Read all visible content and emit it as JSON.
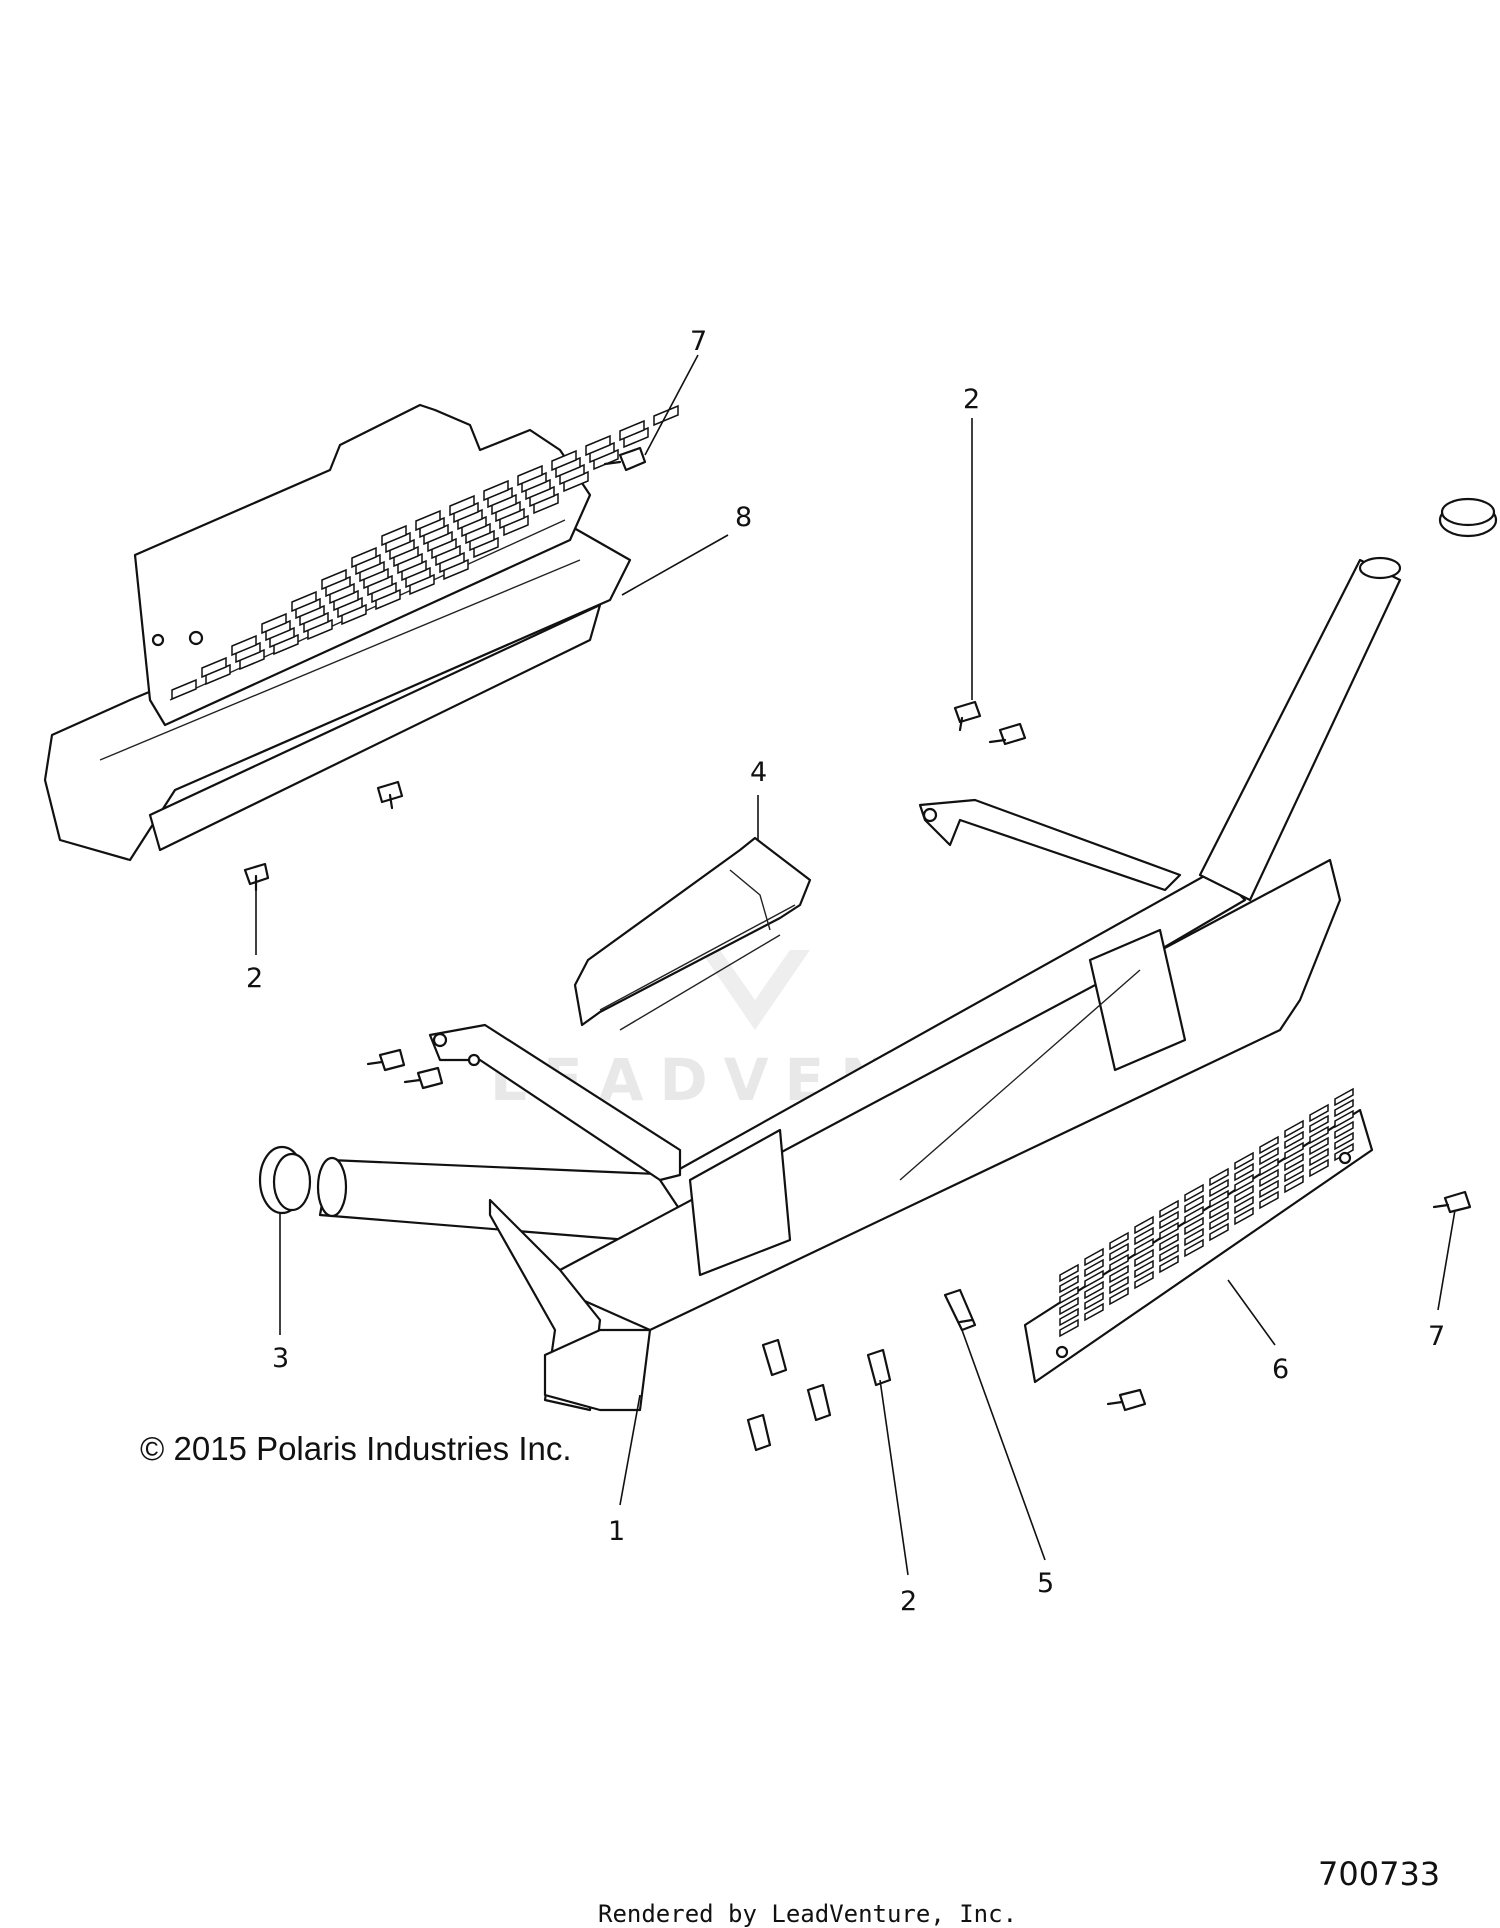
{
  "callouts": [
    {
      "id": "7",
      "label": "7"
    },
    {
      "id": "8",
      "label": "8"
    },
    {
      "id": "2a",
      "label": "2"
    },
    {
      "id": "2b",
      "label": "2"
    },
    {
      "id": "4",
      "label": "4"
    },
    {
      "id": "3",
      "label": "3"
    },
    {
      "id": "1",
      "label": "1"
    },
    {
      "id": "2c",
      "label": "2"
    },
    {
      "id": "5",
      "label": "5"
    },
    {
      "id": "6",
      "label": "6"
    },
    {
      "id": "7b",
      "label": "7"
    }
  ],
  "copyright": "© 2015 Polaris Industries Inc.",
  "diagram_number": "700733",
  "rendered_by": "Rendered by LeadVenture, Inc.",
  "watermark": "LEADVENTURE"
}
